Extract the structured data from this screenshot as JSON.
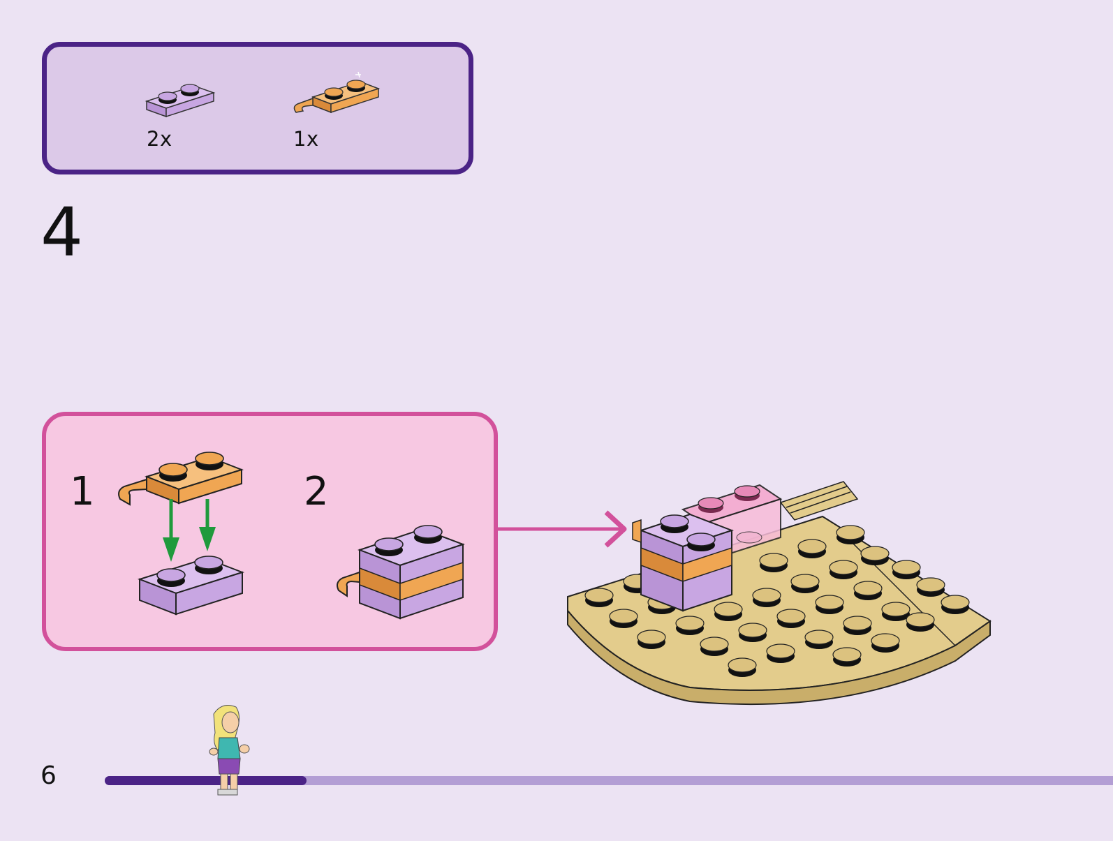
{
  "parts_list": {
    "items": [
      {
        "qty": "2x",
        "part": "plate-1x2-lavender"
      },
      {
        "qty": "1x",
        "part": "plate-1x2-clip-orange"
      }
    ]
  },
  "step": {
    "number": "4"
  },
  "sub_steps": [
    {
      "number": "1"
    },
    {
      "number": "2"
    }
  ],
  "footer": {
    "page_number": "6",
    "progress_fraction": 0.2
  },
  "colors": {
    "panel_border": "#4b2386",
    "subpanel_border": "#d2519b",
    "lavender": "#c8a6e2",
    "orange": "#f0a653",
    "tan": "#e3cc8c",
    "arrow_green": "#1f9a3c",
    "arrow_pink": "#d2519b",
    "progress_done": "#4b2386",
    "progress_track": "#b39ed4"
  }
}
